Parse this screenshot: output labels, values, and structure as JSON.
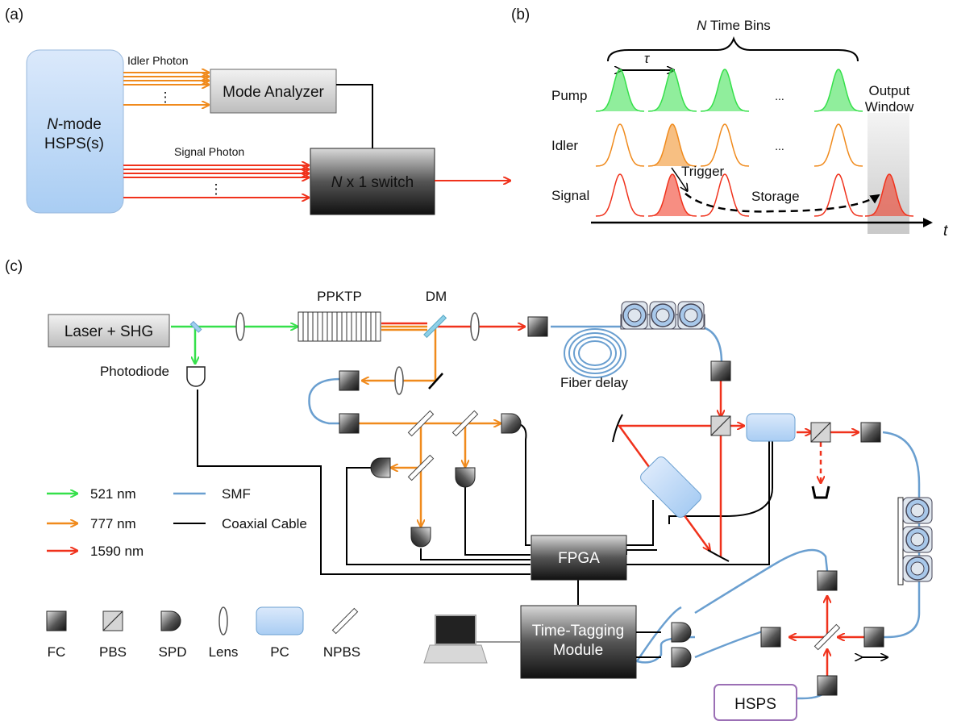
{
  "panel_a": {
    "tag": "(a)",
    "source_line1": "-mode",
    "source_n": "N",
    "source_line2": "HSPS(s)",
    "idler_label": "Idler Photon",
    "signal_label": "Signal Photon",
    "mode_analyzer": "Mode Analyzer",
    "switch_n": "N",
    "switch_label": " x 1 switch",
    "dots": "⋮"
  },
  "panel_b": {
    "tag": "(b)",
    "bins_n": "N",
    "bins_label": " Time Bins",
    "tau": "τ",
    "row_pump": "Pump",
    "row_idler": "Idler",
    "row_signal": "Signal",
    "ellipsis": "...",
    "output_line1": "Output",
    "output_line2": "Window",
    "trigger": "Trigger",
    "storage": "Storage",
    "time_axis": "t"
  },
  "panel_c": {
    "tag": "(c)",
    "laser": "Laser + SHG",
    "ppktp": "PPKTP",
    "dm": "DM",
    "photodiode": "Photodiode",
    "fiber_delay": "Fiber delay",
    "fpga": "FPGA",
    "ttm_line1": "Time-Tagging",
    "ttm_line2": "Module",
    "hsps": "HSPS"
  },
  "legend": {
    "lines": [
      {
        "label": "521 nm",
        "color": "#35e04a"
      },
      {
        "label": "777 nm",
        "color": "#f08a1c"
      },
      {
        "label": "1590 nm",
        "color": "#f0321c"
      }
    ],
    "cables": [
      {
        "label": "SMF",
        "color": "#6a9fd0"
      },
      {
        "label": "Coaxial Cable",
        "color": "#000000"
      }
    ],
    "symbols": [
      "FC",
      "PBS",
      "SPD",
      "Lens",
      "PC",
      "NPBS"
    ]
  },
  "colors": {
    "green": "#35e04a",
    "orange": "#f08a1c",
    "red": "#f0321c",
    "fiber": "#6a9fd0",
    "pc_fill": "#bcd8f5"
  }
}
